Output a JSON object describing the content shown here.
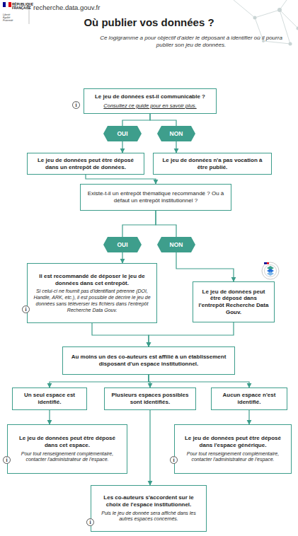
{
  "diagram": {
    "title": "Où publier vos données ?",
    "nodes": [
      {
        "text": [
          "Le jeu de données est-il communicable ?",
          "Consultez ce guide pour en savoir plus."
        ]
      },
      {
        "text": [
          "OUI"
        ]
      },
      {
        "text": [
          "NON"
        ]
      },
      {
        "text": [
          "Le jeu de données peut être déposé dans un entrepôt de données."
        ]
      },
      {
        "text": [
          "Le jeu de données n'a pas vocation à être publié."
        ]
      },
      {
        "text": [
          "Existe-t-il un entrepôt thématique recommandé ? Ou à défaut un entrepôt institutionnel ?"
        ]
      },
      {
        "text": [
          "OUI"
        ]
      },
      {
        "text": [
          "NON"
        ]
      },
      {
        "text": [
          "Il est recommandé de déposer le jeu de données dans cet entrepôt.",
          "Si celui-ci ne fournit pas d'identifiant pérenne (DOI, Handle, ARK, etc.), il est possible de décrire le jeu de données sans téléverser les fichiers dans l'entrepôt Recherche Data Gouv."
        ]
      },
      {
        "text": [
          "Le jeu de données peut être déposé dans l'entrepôt Recherche Data Gouv."
        ]
      },
      {
        "text": [
          "Au moins un des co-auteurs est affilié à un établissement disposant d'un espace institutionnel."
        ]
      },
      {
        "text": [
          "Un seul espace est identifié."
        ]
      },
      {
        "text": [
          "Plusieurs espaces possibles sont identifiés."
        ]
      },
      {
        "text": [
          "Aucun espace n'est identifié."
        ]
      },
      {
        "text": [
          "Le jeu de données peut être déposé dans cet espace.",
          "Pour tout renseignement complémentaire, contacter l'administrateur de l'espace."
        ]
      },
      {
        "text": [
          "Le jeu de données peut être déposé dans l'espace générique.",
          "Pour tout renseignement complémentaire, contacter l'administrateur de l'espace."
        ]
      },
      {
        "text": [
          "Les co-auteurs s'accordent sur le choix de l'espace institutionnel.",
          "Puis le jeu de donnée sera affiché dans les autres espaces concernés."
        ]
      }
    ],
    "edges": [
      {
        "from": 0,
        "to": 1,
        "arrow": "none"
      },
      {
        "from": 0,
        "to": 2,
        "arrow": "none"
      },
      {
        "from": 1,
        "to": 3,
        "arrow": "to"
      },
      {
        "from": 2,
        "to": 4,
        "arrow": "to"
      },
      {
        "from": 3,
        "to": 5,
        "arrow": "to"
      },
      {
        "from": 5,
        "to": 6,
        "arrow": "none"
      },
      {
        "from": 5,
        "to": 7,
        "arrow": "none"
      },
      {
        "from": 6,
        "to": 8,
        "arrow": "to"
      },
      {
        "from": 7,
        "to": 9,
        "arrow": "to"
      },
      {
        "from": 8,
        "to": 10,
        "arrow": "to"
      },
      {
        "from": 9,
        "to": 10,
        "arrow": "to"
      },
      {
        "from": 10,
        "to": 11,
        "arrow": "to"
      },
      {
        "from": 10,
        "to": 12,
        "arrow": "to"
      },
      {
        "from": 10,
        "to": 13,
        "arrow": "to"
      },
      {
        "from": 11,
        "to": 14,
        "arrow": "to"
      },
      {
        "from": 12,
        "to": 16,
        "arrow": "to"
      },
      {
        "from": 13,
        "to": 15,
        "arrow": "to"
      }
    ],
    "labels": [
      "RÉPUBLIQUE FRANÇAISE",
      "Liberté Égalité Fraternité",
      "recherche.data.gouv.fr",
      "Ce logigramme a pour objectif d'aider le déposant à identifier où il pourra publier son jeu de données.",
      "i",
      "i",
      "i",
      "i",
      "i"
    ]
  }
}
